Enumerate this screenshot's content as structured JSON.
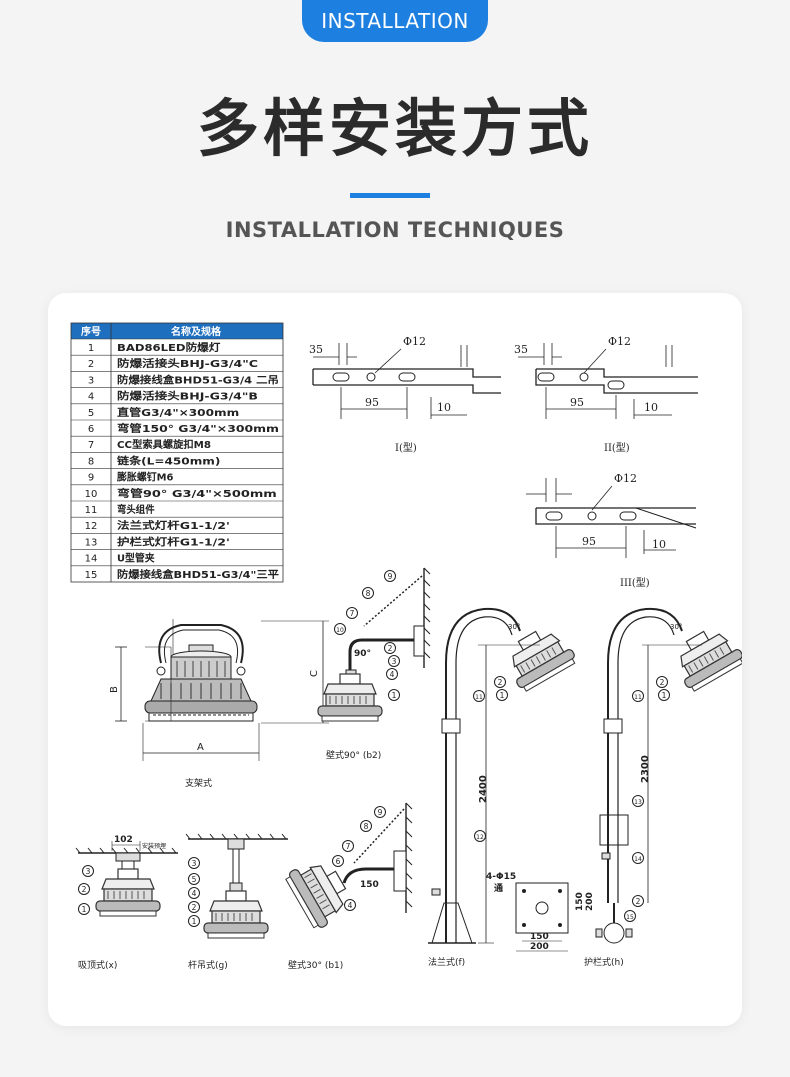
{
  "header": {
    "badge": "INSTALLATION",
    "title": "多样安装方式",
    "subtitle": "INSTALLATION TECHNIQUES"
  },
  "colors": {
    "accent": "#1d7fe0",
    "table_header": "#1f6fbf"
  },
  "parts_table": {
    "headers": [
      "序号",
      "名称及规格"
    ],
    "rows": [
      [
        "1",
        "BAD86LED防爆灯"
      ],
      [
        "2",
        "防爆活接头BHJ-G3/4\"C"
      ],
      [
        "3",
        "防爆接线盒BHD51-G3/4 二吊"
      ],
      [
        "4",
        "防爆活接头BHJ-G3/4\"B"
      ],
      [
        "5",
        "直管G3/4\"×300mm"
      ],
      [
        "6",
        "弯管150° G3/4\"×300mm"
      ],
      [
        "7",
        "CC型索具螺旋扣M8"
      ],
      [
        "8",
        "链条(L=450mm)"
      ],
      [
        "9",
        "膨胀螺钉M6"
      ],
      [
        "10",
        "弯管90° G3/4\"×500mm"
      ],
      [
        "11",
        "弯头组件"
      ],
      [
        "12",
        "法兰式灯杆G1-1/2'"
      ],
      [
        "13",
        "护栏式灯杆G1-1/2'"
      ],
      [
        "14",
        "U型管夹"
      ],
      [
        "15",
        "防爆接线盒BHD51-G3/4\"三平"
      ]
    ]
  },
  "rail_types": [
    {
      "label": "I(型)",
      "dims": [
        "35",
        "Φ12",
        "95",
        "10"
      ]
    },
    {
      "label": "II(型)",
      "dims": [
        "35",
        "Φ12",
        "95",
        "10"
      ]
    },
    {
      "label": "III(型)",
      "dims": [
        "Φ12",
        "95",
        "10"
      ]
    }
  ],
  "captions": {
    "bracket": "支架式",
    "wall90": "壁式90° (b2)",
    "ceiling": "吸顶式(x)",
    "rod": "杆吊式(g)",
    "wall30": "壁式30° (b1)",
    "flange": "法兰式(f)",
    "guardrail": "护栏式(h)"
  },
  "dims": {
    "A": "A",
    "B": "B",
    "C": "C",
    "d102": "102",
    "d102_note": "安装预埋",
    "d150": "150",
    "d2400": "2400",
    "d2300": "2300",
    "d30a": "30°",
    "d30b": "30°",
    "d90": "90°",
    "holes": "4-Φ15",
    "holes_note": "通",
    "base_w1": "150",
    "base_w2": "200",
    "base_h1": "150",
    "base_h2": "200"
  }
}
